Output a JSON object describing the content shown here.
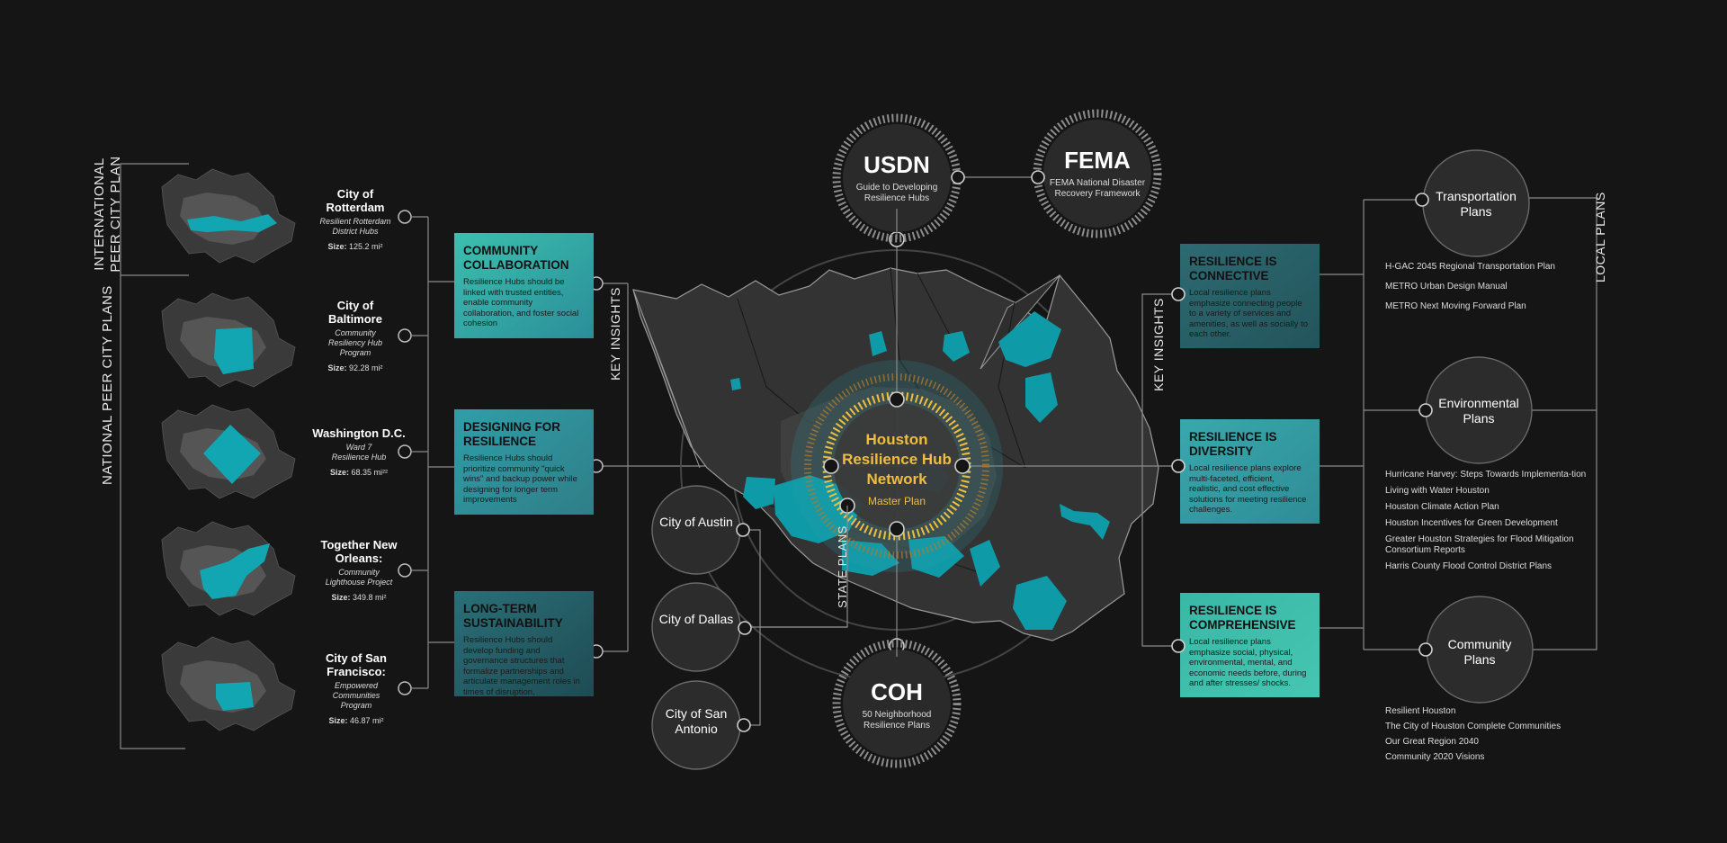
{
  "left_section": {
    "international_label": "INTERNATIONAL\nPEER CITY PLAN",
    "national_label": "NATIONAL PEER CITY PLANS",
    "size_prefix": "Size:",
    "cities": [
      {
        "name": "City of Rotterdam",
        "program": "Resilient Rotterdam District Hubs",
        "size": "125.2 mi²"
      },
      {
        "name": "City of Baltimore",
        "program": "Community Resiliency Hub Program",
        "size": "92.28 mi²"
      },
      {
        "name": "Washington D.C.",
        "program": "Ward 7 Resilience Hub",
        "size": "68.35 mi²²"
      },
      {
        "name": "Together New Orleans:",
        "program": "Community Lighthouse Project",
        "size": "349.8 mi²"
      },
      {
        "name": "City of San Francisco:",
        "program": "Empowered Communities Program",
        "size": "46.87 mi²"
      }
    ]
  },
  "left_insights": {
    "label": "KEY INSIGHTS",
    "cards": [
      {
        "title": "COMMUNITY COLLABORATION",
        "text": "Resilience Hubs should be linked with trusted entities, enable community collaboration, and foster social cohesion"
      },
      {
        "title": "DESIGNING FOR RESILIENCE",
        "text": "Resilience Hubs should prioritize community \"quick wins\" and backup power while designing for longer term improvements"
      },
      {
        "title": "LONG-TERM SUSTAINABILITY",
        "text": "Resilience Hubs should develop funding and governance structures that formalize partnerships and articulate management roles in times of disruption."
      }
    ]
  },
  "center": {
    "title": "Houston Resilience Hub Network",
    "subtitle": "Master Plan",
    "usdn": {
      "title": "USDN",
      "sub": "Guide to Developing Resilience Hubs"
    },
    "fema": {
      "title": "FEMA",
      "sub": "FEMA National Disaster Recovery Framework"
    },
    "coh": {
      "title": "COH",
      "sub": "50 Neighborhood Resilience Plans"
    },
    "state_label": "STATE PLANS",
    "state_cities": [
      "City of Austin",
      "City of Dallas",
      "City of San Antonio"
    ]
  },
  "right_insights": {
    "label": "KEY INSIGHTS",
    "cards": [
      {
        "title": "RESILIENCE IS CONNECTIVE",
        "text": "Local resilience plans emphasize connecting people to a variety of services and amenities, as well as socially to each other."
      },
      {
        "title": "RESILIENCE IS DIVERSITY",
        "text": "Local resilience plans explore multi-faceted, efficient, realistic, and cost effective solutions for meeting resilience challenges."
      },
      {
        "title": "RESILIENCE IS COMPREHENSIVE",
        "text": "Local resilience plans emphasize social, physical, environmental, mental, and economic needs before, during and after stresses/ shocks."
      }
    ]
  },
  "local_plans": {
    "label": "LOCAL PLANS",
    "groups": [
      {
        "name": "Transportation Plans",
        "items": [
          "H-GAC 2045 Regional Transportation Plan",
          "METRO Urban Design Manual",
          "METRO Next Moving Forward Plan"
        ]
      },
      {
        "name": "Environmental Plans",
        "items": [
          "Hurricane Harvey: Steps Towards Implementa-tion",
          "Living with Water Houston",
          "Houston Climate Action Plan",
          "Houston Incentives for Green Development",
          "Greater Houston Strategies for Flood Mitigation Consortium Reports",
          "Harris County Flood Control  District Plans"
        ]
      },
      {
        "name": "Community Plans",
        "items": [
          "Resilient Houston",
          "The City of Houston Complete Communities",
          "Our Great Region 2040",
          "Community 2020 Visions"
        ]
      }
    ]
  },
  "colors": {
    "background": "#151515",
    "teal": "#1aa6b0",
    "gold": "#f0be3c",
    "line": "#8a8a8a",
    "map_gray": "#353535"
  }
}
